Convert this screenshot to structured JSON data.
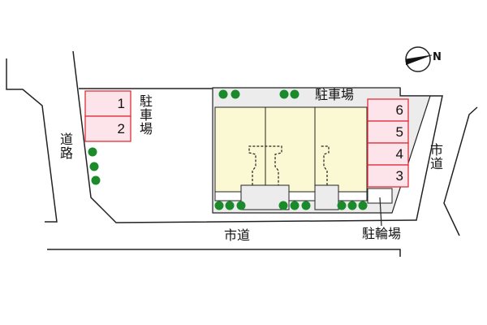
{
  "labels": {
    "parking_left": "駐車場",
    "parking_top": "駐車場",
    "road_left": "道路",
    "city_road_right": "市道",
    "city_road_bottom": "市道",
    "bicycle_parking": "駐輪場"
  },
  "parking_spaces": {
    "left": [
      "1",
      "2"
    ],
    "right": [
      "6",
      "5",
      "4",
      "3"
    ]
  },
  "compass": {
    "label": "N",
    "icon": "north-arrow-icon"
  },
  "colors": {
    "parking": "#fde3ea",
    "parking_border": "#e0303a",
    "building": "#fbf9d3",
    "lot": "#ececec",
    "tree": "#1a8a2a"
  }
}
